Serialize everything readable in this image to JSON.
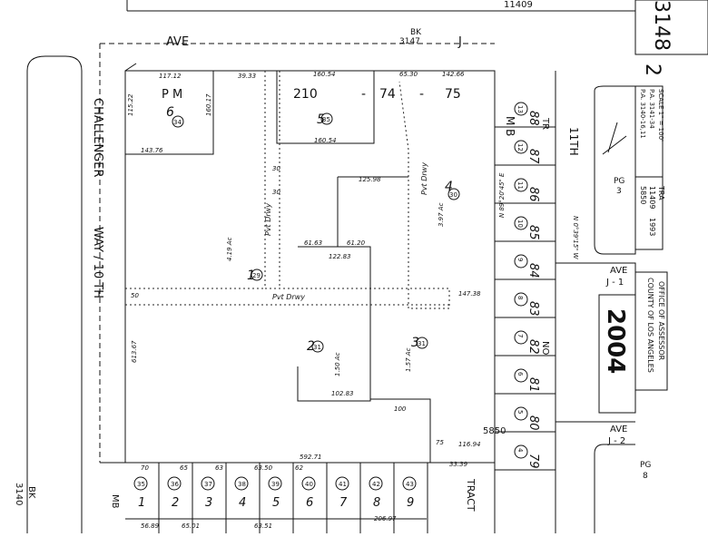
{
  "header": {
    "top_number": "11409",
    "book_corner": "3148",
    "page_corner": "2"
  },
  "streets": {
    "ave_j_top": "AVE",
    "ave_j_letter": "J",
    "challenger": "CHALLENGER",
    "way_10th": "WAY / 10 TH",
    "eleventh": "11TH",
    "ave_j1": "AVE",
    "ave_j1_letter": "J - 1",
    "ave_j2": "AVE",
    "ave_j2_letter": "J - 2"
  },
  "book_refs": {
    "bk_top": "BK",
    "bk_top_num": "3147",
    "bk_left": "BK",
    "bk_left_num": "3140",
    "tract_5850": "5850",
    "tract_label": "TRACT"
  },
  "labels": {
    "pm": "P M",
    "pm_num": "210",
    "pm_dash1": "-",
    "pm_mid": "74",
    "pm_dash2": "-",
    "pm_end": "75",
    "pvt_drwy": "Pvt  Drwy",
    "pvt_drwy_v1": "Pvt Drwy",
    "pvt_drwy_v2": "Pvt Drwy",
    "mb": "M B",
    "tr": "TR",
    "no": "NO",
    "mb_bottom": "MB"
  },
  "parcels": {
    "p1": "1",
    "p1c": "29",
    "p2": "2",
    "p2c": "31",
    "p3": "3",
    "p3c": "31",
    "p4": "4",
    "p4c": "30",
    "p5": "5",
    "p5c": "35",
    "p6": "6",
    "p6c": "34"
  },
  "right_lots": [
    "88",
    "87",
    "86",
    "85",
    "84",
    "83",
    "82",
    "81",
    "80",
    "79"
  ],
  "right_circles": [
    "13",
    "12",
    "11",
    "10",
    "9",
    "8",
    "7",
    "6",
    "5",
    "4"
  ],
  "bottom_lots": [
    "1",
    "2",
    "3",
    "4",
    "5",
    "6",
    "7",
    "8",
    "9"
  ],
  "bottom_circles": [
    "35",
    "36",
    "37",
    "38",
    "39",
    "40",
    "41",
    "42",
    "43"
  ],
  "dims": {
    "d1": "117.12",
    "d2": "39.33",
    "d3": "160.54",
    "d4": "65.30",
    "d5": "142.66",
    "d6": "143.76",
    "d7": "160.54",
    "d8": "125.98",
    "d9": "61.63",
    "d10": "61.20",
    "d11": "122.83",
    "d12": "147.38",
    "d13": "592.71",
    "d14": "116.94",
    "d15": "33.39",
    "d16": "100",
    "d17": "102.83",
    "d18": "613.67",
    "d19": "115.22",
    "d20": "160.17",
    "d21": "30",
    "d22": "30",
    "d23": "1.50",
    "d24": "50",
    "d25": "75",
    "d26": "70",
    "d27": "65",
    "d28": "63",
    "d29": "63.50",
    "d30": "62",
    "d31": "56.89",
    "d32": "65.01",
    "d33": "63.51",
    "d34": "206.97",
    "d35": "1.50 Ac",
    "d36": "3.97 Ac",
    "d37": "1.57 Ac",
    "d38": "4.19 Ac",
    "bearing": "N 89°20'45\" E",
    "bearing2": "N 0°39'15\" W"
  },
  "scale_box": {
    "scale_label": "SCALE 1\" = 100'",
    "pa": "P.A. 3141-34",
    "pa2": "P.A. 3140-16,11"
  },
  "tra_box": {
    "tra": "TRA",
    "n1": "11409",
    "n2": "5850",
    "year": "1993"
  },
  "pg_labels": {
    "pg3": "PG",
    "pg3_num": "3",
    "pg8": "PG",
    "pg8_num": "8"
  },
  "office": {
    "line1": "OFFICE OF ASSESSOR",
    "line2": "COUNTY OF LOS ANGELES",
    "year_stamp": "2004"
  }
}
